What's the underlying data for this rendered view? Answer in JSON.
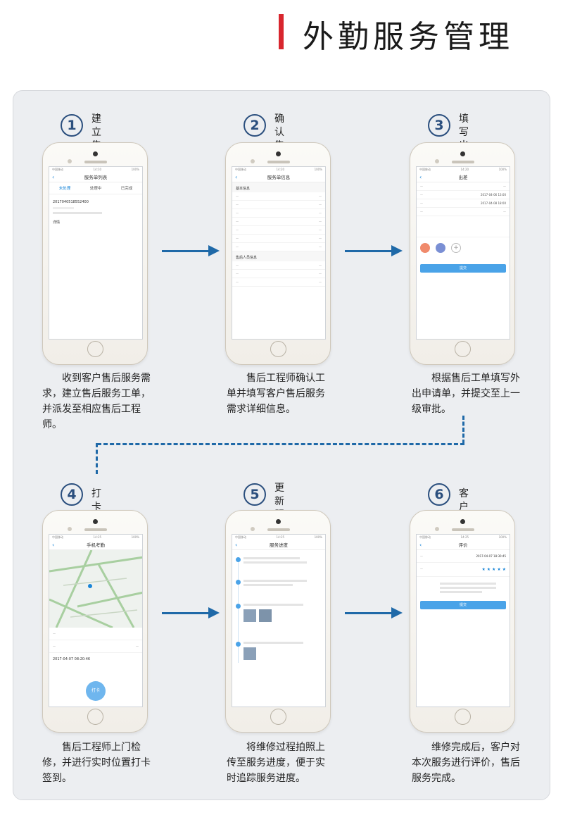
{
  "header": {
    "title": "外勤服务管理"
  },
  "steps": [
    {
      "num": "1",
      "title": "建立售后\n服务工单",
      "desc": "收到客户售后服务需求，建立售后服务工单，并派发至相应售后工程师。",
      "screen": {
        "title": "服务单列表",
        "tabs": [
          "未处理",
          "处理中",
          "已完成"
        ],
        "order_no": "2017040518552400",
        "detail": "详情"
      }
    },
    {
      "num": "2",
      "title": "确认售后\n工单",
      "desc": "售后工程师确认工单并填写客户售后服务需求详细信息。",
      "screen": {
        "title": "服务单信息",
        "section1": "基本信息",
        "section2": "售后人员信息"
      }
    },
    {
      "num": "3",
      "title": "填写出差\n申请",
      "desc": "根据售后工单填写外出申请单，并提交至上一级审批。",
      "screen": {
        "title": "出差",
        "start_time": "2017-04-06 13:00",
        "end_time": "2017-04-08 18:00",
        "submit": "提交"
      }
    },
    {
      "num": "4",
      "title": "打卡签到",
      "desc": "售后工程师上门检修，并进行实时位置打卡签到。",
      "screen": {
        "title": "手机考勤",
        "time": "2017-04-07 08:20:46",
        "punch": "打卡"
      }
    },
    {
      "num": "5",
      "title": "更新服务\n进度",
      "desc": "将维修过程拍照上传至服务进度，便于实时追踪服务进度。",
      "screen": {
        "title": "服务进度"
      }
    },
    {
      "num": "6",
      "title": "客户评价",
      "desc": "维修完成后，客户对本次服务进行评价，售后服务完成。",
      "screen": {
        "title": "评价",
        "time": "2017-04-07 18:30:45",
        "stars": "★ ★ ★ ★ ★",
        "submit": "提交"
      }
    }
  ],
  "colors": {
    "accent_red": "#d8262e",
    "arrow_blue": "#1f69a8",
    "step_blue": "#2b4f7e",
    "button_blue": "#4aa3e8"
  }
}
